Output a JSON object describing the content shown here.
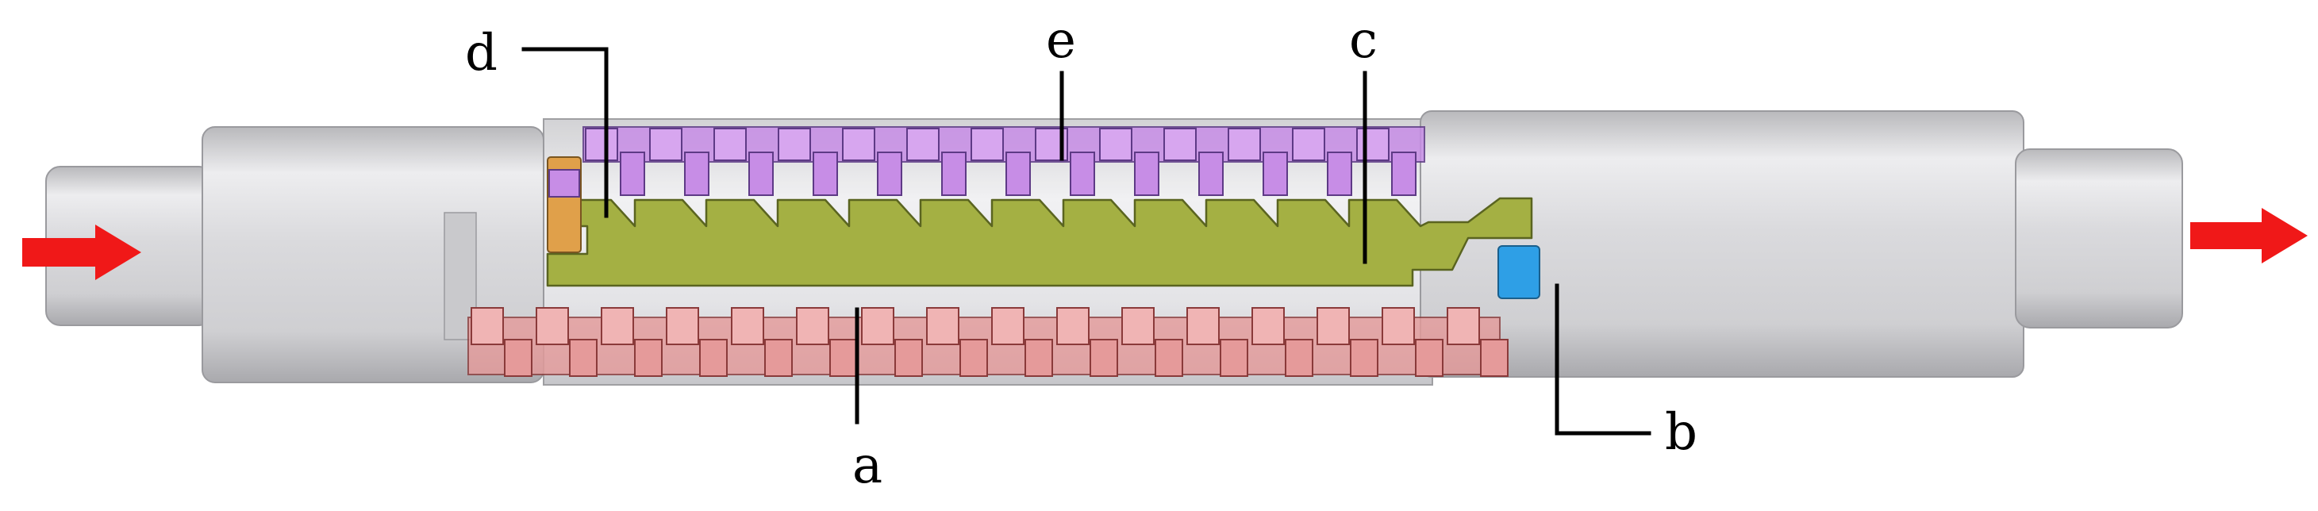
{
  "labels": {
    "a": "a",
    "b": "b",
    "c": "c",
    "d": "d",
    "e": "e"
  },
  "colors": {
    "housing": "#d9d9db",
    "pink_helix": "#e59a9a",
    "purple_helix": "#c78de6",
    "green_channel": "#a4b043",
    "blue_seal": "#2e9fe6",
    "orange_ring": "#e0a04a",
    "flow_arrow": "#f01818"
  },
  "icons": {
    "inlet": "arrow-right-icon",
    "outlet": "arrow-right-icon"
  }
}
